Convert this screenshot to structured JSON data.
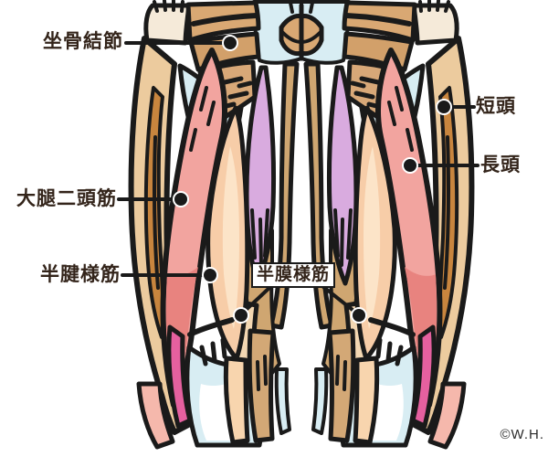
{
  "figure": {
    "labels": {
      "ischial_tuberosity": "坐骨結節",
      "short_head": "短頭",
      "long_head": "長頭",
      "biceps_femoris": "大腿二頭筋",
      "semitendinosus": "半腱様筋",
      "semimembranosus": "半膜様筋"
    },
    "credit": "©W.H.",
    "colors": {
      "outline": "#1a1a1a",
      "muscle_pink": "#f2a49f",
      "muscle_pink_shade": "#e8837f",
      "muscle_peach": "#f7cda8",
      "muscle_peach_light": "#fce4c8",
      "muscle_purple": "#d9abdf",
      "gluteal_tan": "#d8a878",
      "deep_brown": "#c8853e",
      "outer_band_tan": "#eccb9e",
      "midline_tan": "#cfa671",
      "accent_magenta": "#e5609f",
      "pale_blue": "#d8edf3",
      "skin": "#f5ead9",
      "label_text": "#33241a"
    }
  }
}
